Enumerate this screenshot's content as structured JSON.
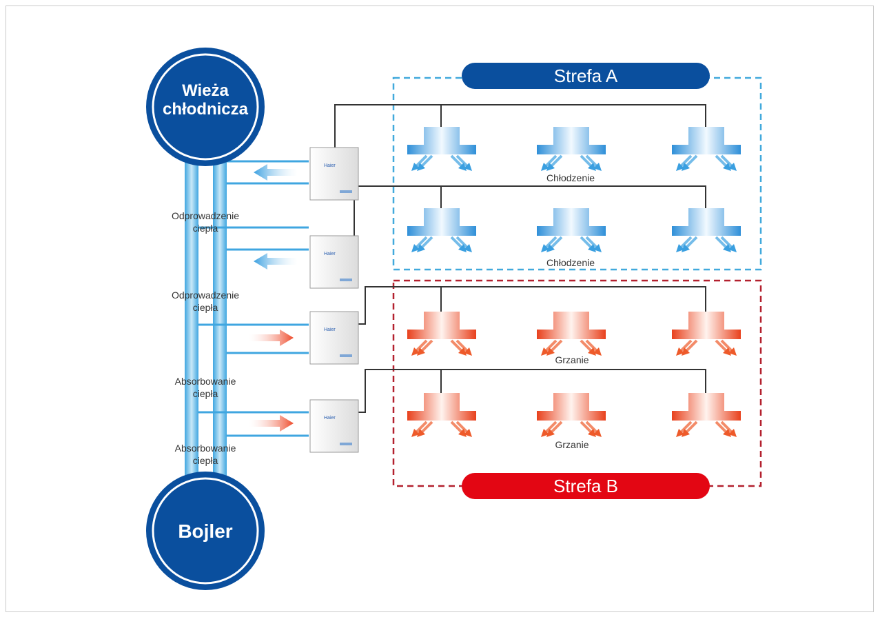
{
  "tower": {
    "line1": "Wieża",
    "line2": "chłodnicza"
  },
  "boiler": {
    "label": "Bojler"
  },
  "zones": {
    "a": {
      "title": "Strefa A"
    },
    "b": {
      "title": "Strefa B"
    }
  },
  "side_labels": [
    {
      "line1": "Odprowadzenie",
      "line2": "ciepła"
    },
    {
      "line1": "Odprowadzenie",
      "line2": "ciepła"
    },
    {
      "line1": "Absorbowanie",
      "line2": "ciepła"
    },
    {
      "line1": "Absorbowanie",
      "line2": "ciepła"
    }
  ],
  "mode_labels": [
    "Chłodzenie",
    "Chłodzenie",
    "Grzanie",
    "Grzanie"
  ],
  "outdoor_unit_brand": "Haier",
  "colors": {
    "navy": "#0a4f9e",
    "zone_a_border": "#41a9dc",
    "zone_b_border": "#b3202e",
    "zone_b_pill": "#e30613",
    "pipe_blue": "#3fa6e0",
    "cool": "#3a9fe0",
    "heat": "#ee5a2a"
  }
}
